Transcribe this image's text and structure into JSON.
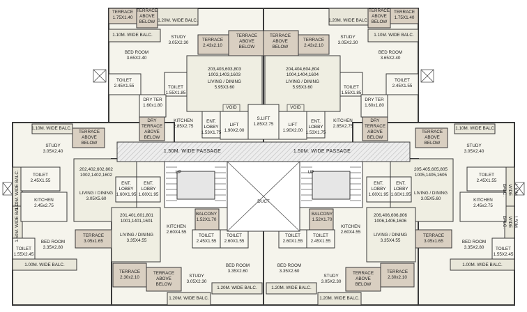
{
  "labels": {
    "terrace_above_below": "TERRACE\nABOVE\nBELOW",
    "terrace_175x140": "TERRACE\n1.75X1.40",
    "balc_110": "1.10M. WIDE BALC.",
    "balc_120": "1.20M. WIDE BALC.",
    "balc_100": "1.00M. WIDE BALC.",
    "balc_110_vertical": "1.10M. WIDE BALC.",
    "balc_150_vertical": "1.50M. WIDE BALC.",
    "study_305x230": "STUDY\n3.05X2.30",
    "study_305x240": "STUDY\n3.05X2.40",
    "terrace_243x210": "TERRACE\n2.43x2.10",
    "terrace_230x210": "TERRACE\n2.30x2.10",
    "terrace_305x165": "TERRACE\n3.05x1.65",
    "bed_365x240": "BED ROOM\n3.65X2.40",
    "bed_335x280": "BED ROOM\n3.35X2.80",
    "bed_335x260": "BED ROOM\n3.35X2.60",
    "toilet_245x155": "TOILET\n2.45X1.55",
    "toilet_155x185": "TOILET\n1.55X1.85",
    "toilet_155x245": "TOILET\n1.55X2.45",
    "toilet_260x155": "TOILET\n2.60X1.55",
    "dry_ter_160x180": "DRY TER\n1.60x1.80",
    "dry_terrace_above_below": "DRY\nTERRACE\nABOVE\nBELOW",
    "kitchen_285x275": "KITCHEN\n2.85X2.75",
    "kitchen_245x275": "KITCHEN\n2.45x2.75",
    "kitchen_260x455": "KITCHEN\n2.60X4.55",
    "ent_lobby_153x175": "ENT.\nLOBBY\n1.53X1.75",
    "ent_lobby_160x195": "ENT.\nLOBBY\n1.60X1.95",
    "lift_190x200": "LIFT\n1.90X2.00",
    "slift_185x275": "S.LIFT\n1.85X2.75",
    "balcony_152x170": "BALCONY\n1.52X1.70",
    "living_595x360": "LIVING / DINING\n5.95X3.60",
    "living_305x560": "LIVING / DINING\n3.05X5.60",
    "living_335x455": "LIVING / DINING\n3.35X4.55",
    "passage": "1.50M. WIDE PASSAGE",
    "duct": "DUCT",
    "up": "UP",
    "void": "VOID"
  },
  "units": {
    "top_left": "203,403,603,803\n1003,1403,1603",
    "top_right": "204,404,604,804\n1004,1404,1604",
    "left_upper": "202,402,602,802\n1002,1402,1602",
    "left_lower": "201,401,601,801\n1001,1401,1601",
    "right_upper": "205,405,605,805\n1005,1405,1605",
    "right_lower": "206,406,606,806\n1006,1406,1606"
  },
  "colors": {
    "wall": "#3a3a3a",
    "room": "#f5f4ec",
    "living": "#efeee2",
    "terrace": "#d9cfc1",
    "lobby": "#e8e8e0",
    "passage": "#e4e4e4"
  }
}
